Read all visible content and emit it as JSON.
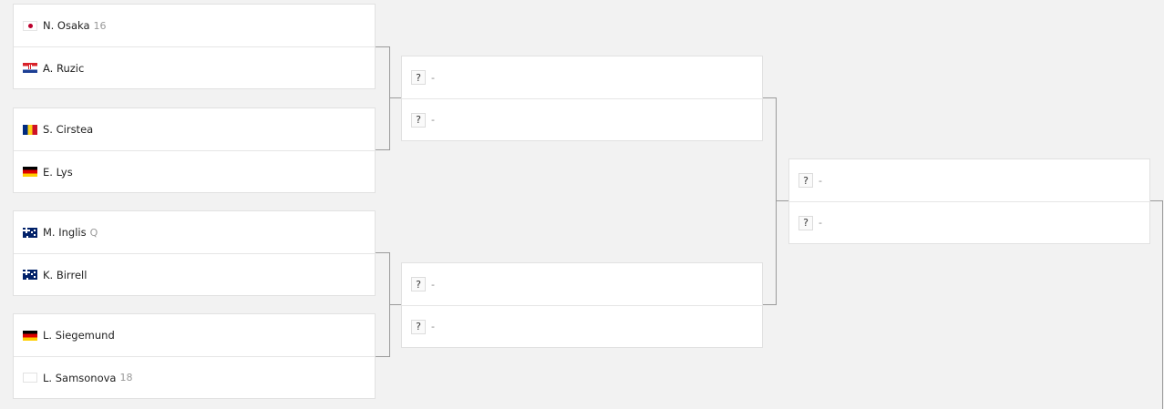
{
  "round1": [
    {
      "players": [
        {
          "name": "N. Osaka",
          "seed": "16",
          "flag": "jp-flag-icon"
        },
        {
          "name": "A. Ruzic",
          "seed": "",
          "flag": "hr-flag-icon"
        }
      ]
    },
    {
      "players": [
        {
          "name": "S. Cirstea",
          "seed": "",
          "flag": "ro-flag-icon"
        },
        {
          "name": "E. Lys",
          "seed": "",
          "flag": "de-flag-icon"
        }
      ]
    },
    {
      "players": [
        {
          "name": "M. Inglis",
          "seed": "Q",
          "flag": "au-flag-icon"
        },
        {
          "name": "K. Birrell",
          "seed": "",
          "flag": "au-flag-icon"
        }
      ]
    },
    {
      "players": [
        {
          "name": "L. Siegemund",
          "seed": "",
          "flag": "de-flag-icon"
        },
        {
          "name": "L. Samsonova",
          "seed": "18",
          "flag": "blank-flag-icon"
        }
      ]
    }
  ],
  "tbd": {
    "mark": "?",
    "label": "-"
  },
  "colors": {
    "background": "#f2f2f2",
    "card": "#ffffff",
    "connector": "#9a9a9a"
  }
}
